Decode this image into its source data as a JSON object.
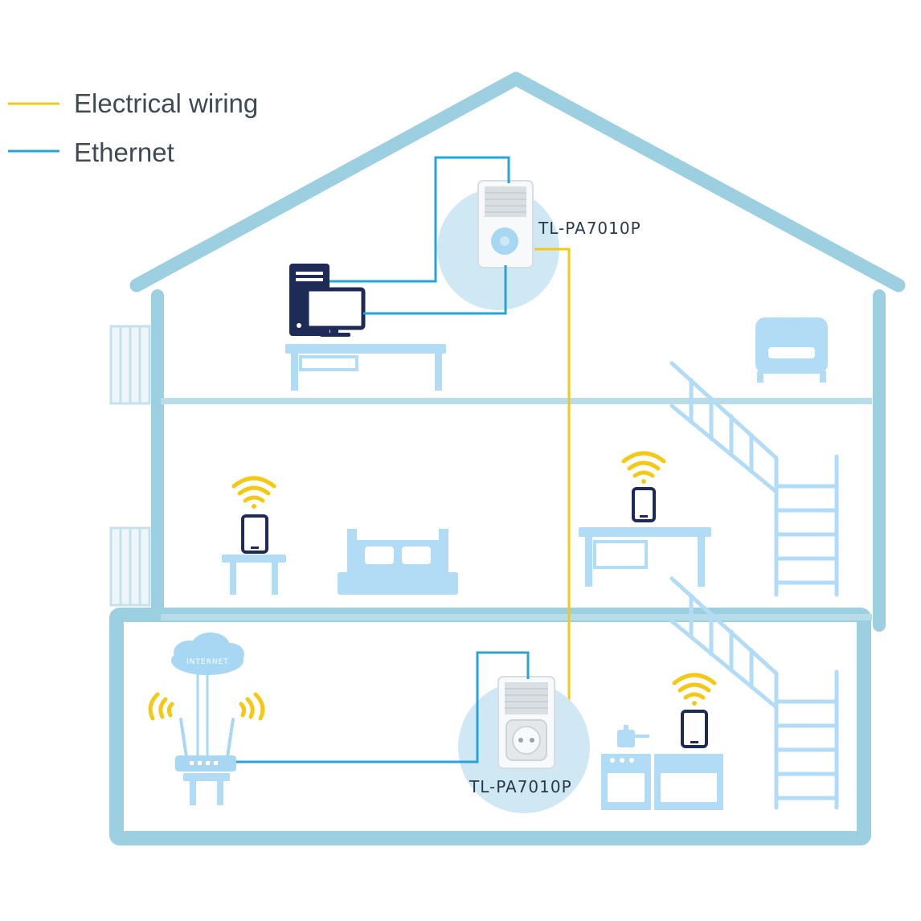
{
  "legend": {
    "items": [
      {
        "label": "Electrical wiring",
        "color": "#f4c916"
      },
      {
        "label": "Ethernet",
        "color": "#29a3d6"
      }
    ]
  },
  "devices": {
    "upstairs_adapter": {
      "label": "TL-PA7010P"
    },
    "downstairs_adapter": {
      "label": "TL-PA7010P"
    }
  },
  "cloud": {
    "label": "INTERNET"
  },
  "colors": {
    "house_outline": "#9ccfe0",
    "furniture": "#b2dcf5",
    "electrical": "#f4c916",
    "ethernet": "#29a3d6",
    "device_dark": "#1e2b57"
  },
  "icons": [
    "desktop-computer-icon",
    "monitor-icon",
    "armchair-icon",
    "staircase-icon",
    "tablet-icon",
    "wifi-signal-icon",
    "bed-icon",
    "router-icon",
    "cloud-icon",
    "stove-icon",
    "powerline-adapter-icon"
  ]
}
